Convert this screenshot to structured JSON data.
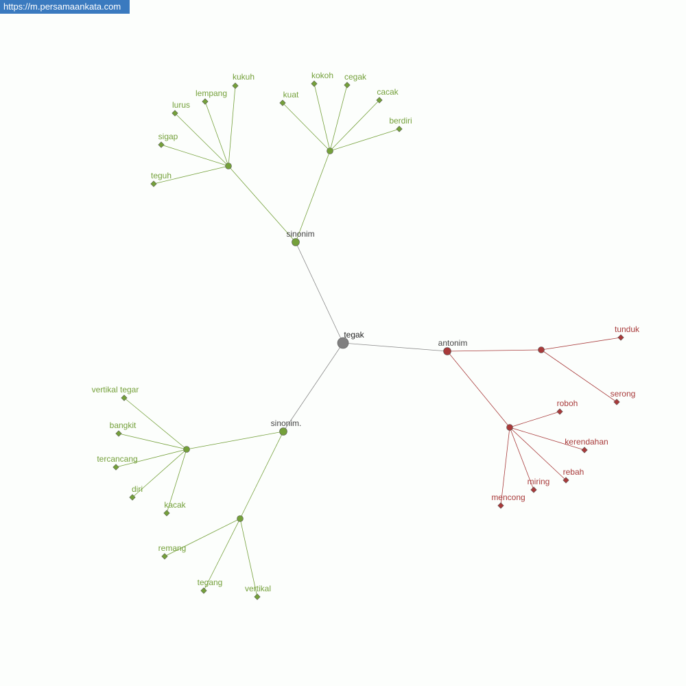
{
  "site_url": "https://m.persamaankata.com",
  "colors": {
    "root": "#808080",
    "synonym": "#74a03a",
    "antonym": "#a83a3a",
    "edge_root": "#888888",
    "label_dark": "#444444"
  },
  "graph": {
    "root": "tegak",
    "groups": [
      {
        "label": "sinonim",
        "type": "synonym",
        "clusters": [
          [
            "teguh",
            "sigap",
            "lurus",
            "lempang",
            "kukuh"
          ],
          [
            "kuat",
            "kokoh",
            "cegak",
            "cacak",
            "berdiri"
          ]
        ]
      },
      {
        "label": "antonim",
        "type": "antonym",
        "clusters": [
          [
            "tunduk",
            "serong"
          ],
          [
            "roboh",
            "kerendahan",
            "rebah",
            "miring",
            "mencong"
          ]
        ]
      },
      {
        "label": "sinonim.",
        "type": "synonym",
        "clusters": [
          [
            "vertikal tegar",
            "bangkit",
            "tercancang",
            "diri",
            "kacak"
          ],
          [
            "remang",
            "tegang",
            "vertikal"
          ]
        ]
      }
    ]
  }
}
